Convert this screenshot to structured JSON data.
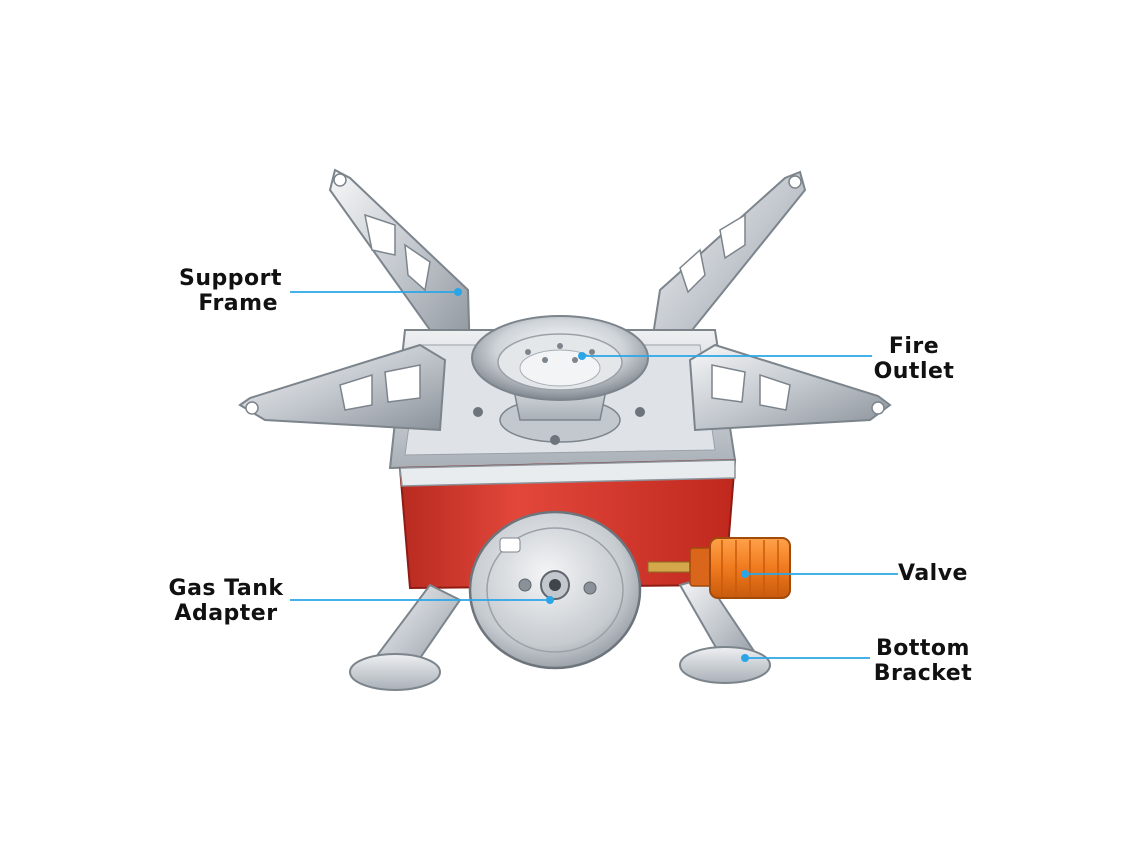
{
  "colors": {
    "leader": "#2aa6e8",
    "body_red": "#d8362a",
    "knob_orange": "#f07a1e",
    "steel_light": "#e9ecef",
    "steel_mid": "#b9bfc6",
    "steel_dark": "#7c848c",
    "label_text": "#111111"
  },
  "labels": {
    "support_frame": [
      "Support",
      "Frame"
    ],
    "fire_outlet": [
      "Fire",
      "Outlet"
    ],
    "gas_tank_adapter": [
      "Gas Tank",
      "Adapter"
    ],
    "valve": [
      "Valve"
    ],
    "bottom_bracket": [
      "Bottom",
      "Bracket"
    ]
  }
}
